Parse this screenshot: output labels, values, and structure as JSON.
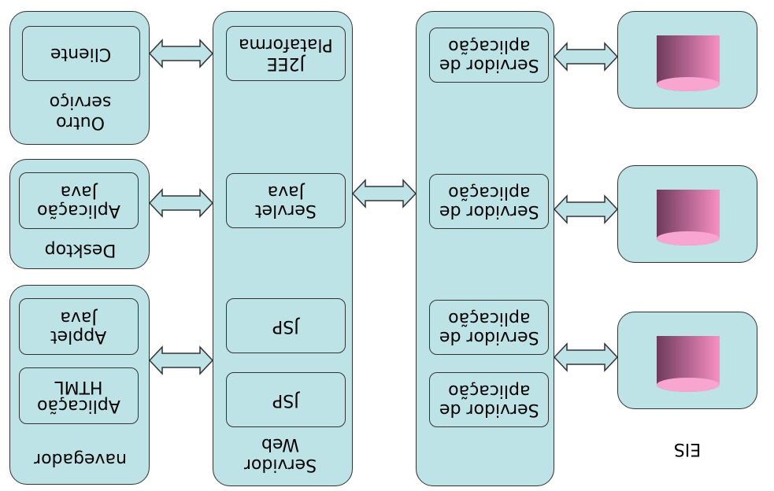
{
  "labels": {
    "client_service_caption": "Outro\nserviço",
    "client_service_inner": "Cliente",
    "desktop_caption": "Desktop",
    "desktop_inner": "Aplicação\nJava",
    "browser_caption": "navegador",
    "browser_applet": "Applet\nJava",
    "browser_html": "Aplicação\nHTML",
    "web_server_caption": "Servidor\nWeb",
    "j2ee_platform": "J2EE\nPlataforma",
    "java_servlet": "Servlet\nJava",
    "jsp_1": "JSP",
    "jsp_2": "JSP",
    "app_server_1": "Servidor de\naplicação",
    "app_server_2": "Servidor de\naplicação",
    "app_server_3": "Servidor de\naplicação",
    "app_server_4": "Servidor de\naplicação",
    "eis_caption": "EIS"
  },
  "colors": {
    "box_fill": "#bde3e6",
    "border": "#333333",
    "db_top": "#f8a6d0",
    "db_side_dark": "#6e3a5c",
    "db_side_light": "#f890c4"
  }
}
